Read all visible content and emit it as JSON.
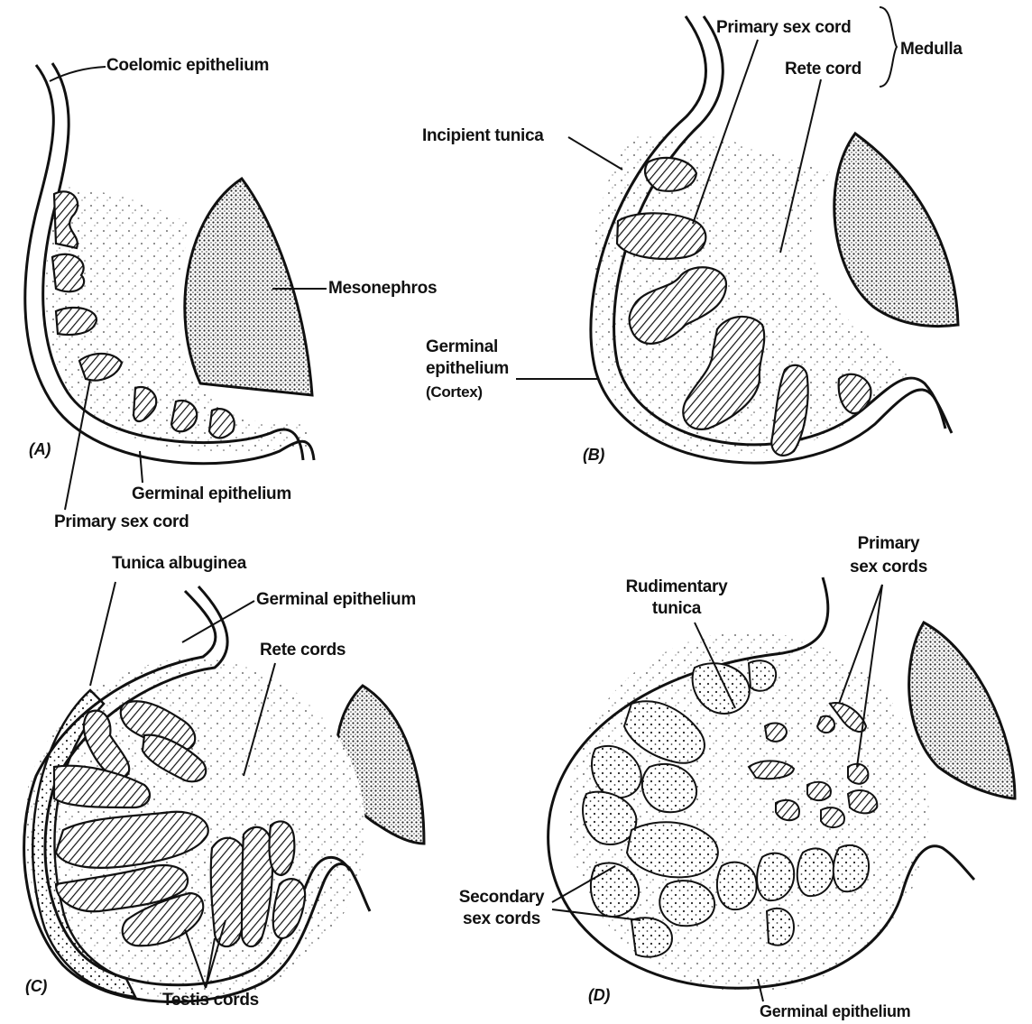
{
  "panels": {
    "a": {
      "tag": "(A)",
      "coelomic_epithelium": "Coelomic epithelium",
      "mesonephros": "Mesonephros",
      "germinal_epithelium": "Germinal epithelium",
      "primary_sex_cord": "Primary sex cord"
    },
    "b": {
      "tag": "(B)",
      "primary_sex_cord": "Primary sex cord",
      "rete_cord": "Rete cord",
      "medulla": "Medulla",
      "incipient_tunica": "Incipient tunica",
      "germinal_line1": "Germinal",
      "germinal_line2": "epithelium",
      "germinal_line3": "(Cortex)"
    },
    "c": {
      "tag": "(C)",
      "tunica_albuginea": "Tunica albuginea",
      "germinal_epithelium": "Germinal epithelium",
      "rete_cords": "Rete cords",
      "testis_cords": "Testis cords"
    },
    "d": {
      "tag": "(D)",
      "primary_line1": "Primary",
      "primary_line2": "sex cords",
      "rudimentary_line1": "Rudimentary",
      "rudimentary_line2": "tunica",
      "secondary_line1": "Secondary",
      "secondary_line2": "sex cords",
      "germinal_epithelium": "Germinal epithelium"
    }
  },
  "colors": {
    "ink": "#111111",
    "paper": "#ffffff"
  }
}
